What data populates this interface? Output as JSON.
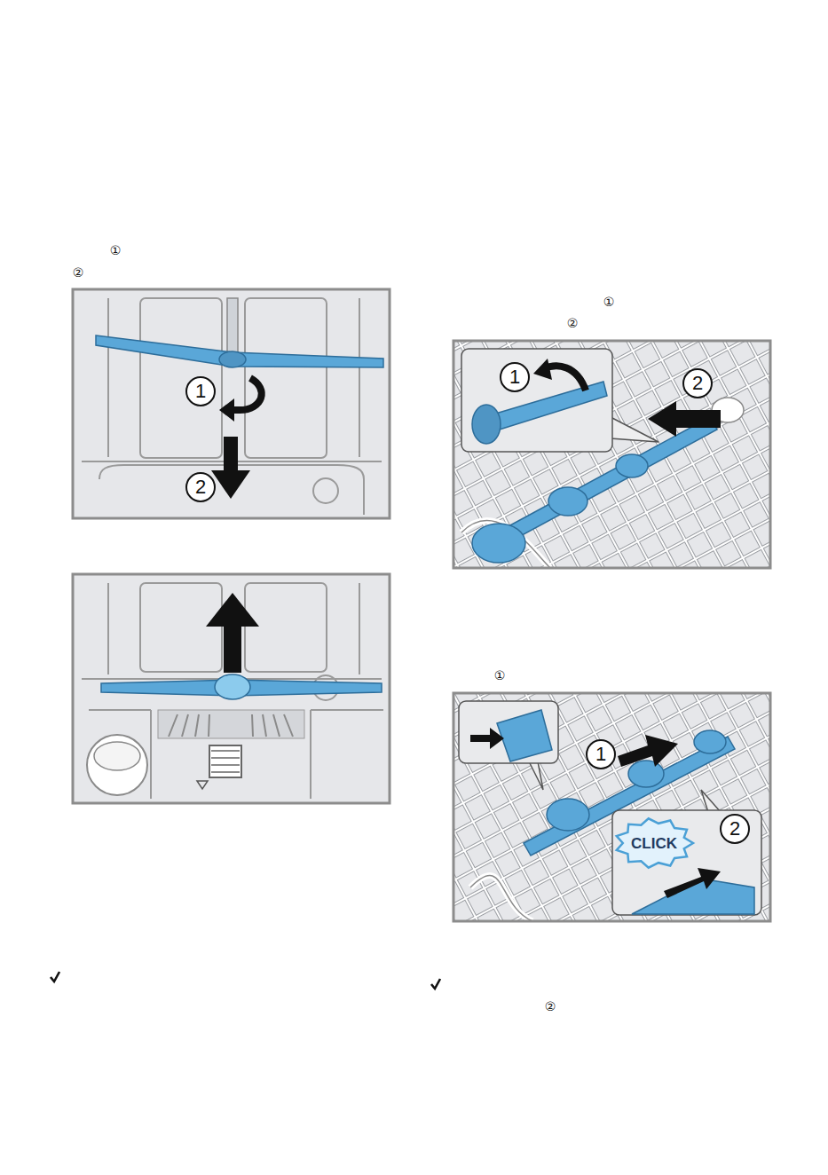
{
  "diagram": {
    "nodes": [
      {
        "text": [
          "1"
        ]
      },
      {
        "text": [
          "2"
        ]
      },
      {
        "text": [
          "1"
        ]
      },
      {
        "text": [
          "2"
        ]
      },
      {
        "text": [
          "1"
        ]
      },
      {
        "text": [
          "CLICK"
        ]
      },
      {
        "text": [
          "2"
        ]
      }
    ],
    "labels": [
      "①",
      "②",
      "①",
      "②",
      "①",
      "②"
    ]
  }
}
